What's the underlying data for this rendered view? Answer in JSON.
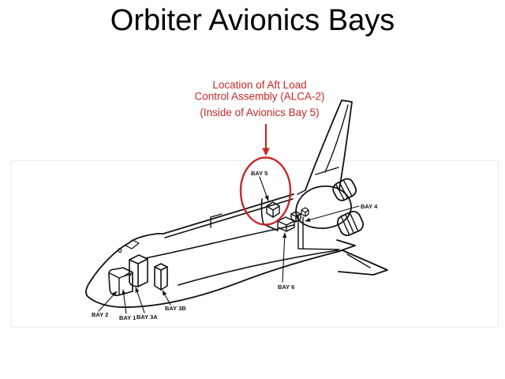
{
  "slide": {
    "title": "Orbiter Avionics Bays",
    "background_color": "#ffffff",
    "title_color": "#000000"
  },
  "annotation": {
    "color": "#c42827",
    "line1": "Location of Aft Load",
    "line2": "Control Assembly (ALCA-2)",
    "line3": "(Inside of Avionics Bay 5)"
  },
  "diagram": {
    "ink_color": "#111111",
    "labels": {
      "bay1": "BAY 1",
      "bay2": "BAY 2",
      "bay3a": "BAY 3A",
      "bay3b": "BAY 3B",
      "bay4": "BAY 4",
      "bay5": "BAY 5",
      "bay6": "BAY 6"
    }
  }
}
